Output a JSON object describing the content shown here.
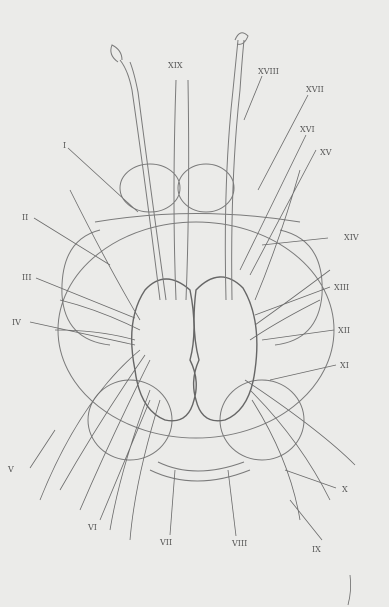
{
  "figure": {
    "background": "#ebebe9",
    "ink": "#6a6a6a",
    "labels": {
      "i": "I",
      "ii": "II",
      "iii": "III",
      "iv": "IV",
      "v": "V",
      "vi": "VI",
      "vii": "VII",
      "viii": "VIII",
      "ix": "IX",
      "x": "X",
      "xi": "XI",
      "xii": "XII",
      "xiii": "XIII",
      "xiv": "XIV",
      "xv": "XV",
      "xvi": "XVI",
      "xvii": "XVII",
      "xviii": "XVIII",
      "xix": "XIX"
    }
  }
}
